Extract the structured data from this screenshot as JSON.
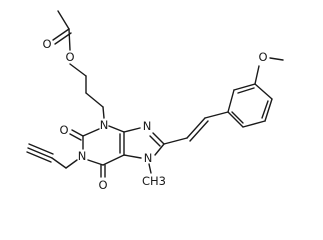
{
  "atoms": {
    "O_ester_carbonyl": "O",
    "O_ester": "O",
    "N3": "N",
    "O2": "O",
    "N9": "N",
    "N1": "N",
    "N7": "N",
    "O6": "O",
    "methyl_N7": "CH3",
    "O_methoxy": "O"
  }
}
